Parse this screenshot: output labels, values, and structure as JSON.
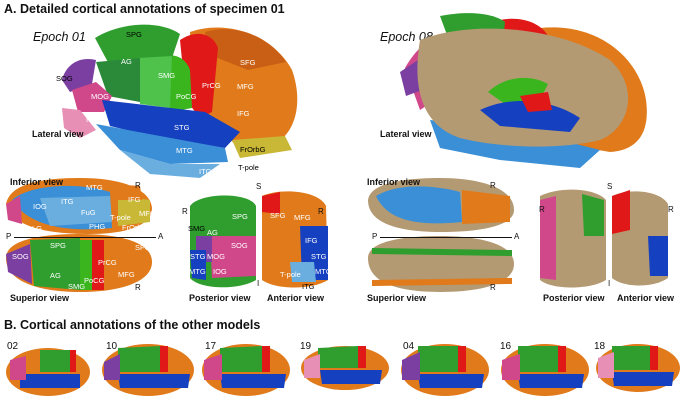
{
  "section_a": {
    "title": "A. Detailed cortical annotations of specimen 01"
  },
  "section_b": {
    "title": "B. Cortical annotations of the other models"
  },
  "epoch_left": "Epoch 01",
  "epoch_right": "Epoch 08",
  "views": {
    "lateral": "Lateral view",
    "inferior": "Inferior view",
    "superior": "Superior view",
    "posterior": "Posterior view",
    "anterior": "Anterior view"
  },
  "orientation": {
    "R": "R",
    "P": "P",
    "A": "A",
    "S": "S",
    "I": "I"
  },
  "lateral_labels": {
    "spg": "SPG",
    "sog": "SOG",
    "ag": "AG",
    "smg": "SMG",
    "mog": "MOG",
    "pocg": "PoCG",
    "prcg": "PrCG",
    "sfg": "SFG",
    "mfg": "MFG",
    "ifg": "IFG",
    "iog": "IOG",
    "stg": "STG",
    "mtg": "MTG",
    "itg": "ITG",
    "frorbg": "FrOrbG",
    "tpole": "T-pole"
  },
  "inferior_labels": {
    "mtg": "MTG",
    "ifg": "IFG",
    "itg": "ITG",
    "iog": "IOG",
    "fug": "FuG",
    "tpole": "T-pole",
    "mfg": "MFG",
    "lg": "LG",
    "phg": "PHG",
    "frorbg": "FrOrbG"
  },
  "superior_labels": {
    "spg": "SPG",
    "sfg": "SFG",
    "sog": "SOG",
    "prcg": "PrCG",
    "ag": "AG",
    "smg": "SMG",
    "pocg": "PoCG",
    "mfg": "MFG"
  },
  "posterior_labels": {
    "smg": "SMG",
    "spg": "SPG",
    "ag": "AG",
    "sog": "SOG",
    "mog": "MOG",
    "stg": "STG",
    "mtg": "MTG",
    "iog": "IOG"
  },
  "anterior_labels": {
    "sfg": "SFG",
    "mfg": "MFG",
    "ifg": "IFG",
    "stg": "STG",
    "tpole": "T-pole",
    "mtg": "MTG",
    "itg": "ITG"
  },
  "models": [
    "02",
    "10",
    "17",
    "19",
    "04",
    "16",
    "18"
  ],
  "colors": {
    "frontal": "#e07a1a",
    "prcg": "#e01818",
    "pocg": "#3ab51e",
    "parietal": "#2f9e2f",
    "temporal_sup": "#1540c0",
    "temporal_mid": "#3a8fd6",
    "temporal_inf": "#6aaee0",
    "occipital": "#d0478a",
    "sog": "#7a3fa0",
    "orbital": "#c9b836",
    "white_matter": "#b49a72"
  }
}
